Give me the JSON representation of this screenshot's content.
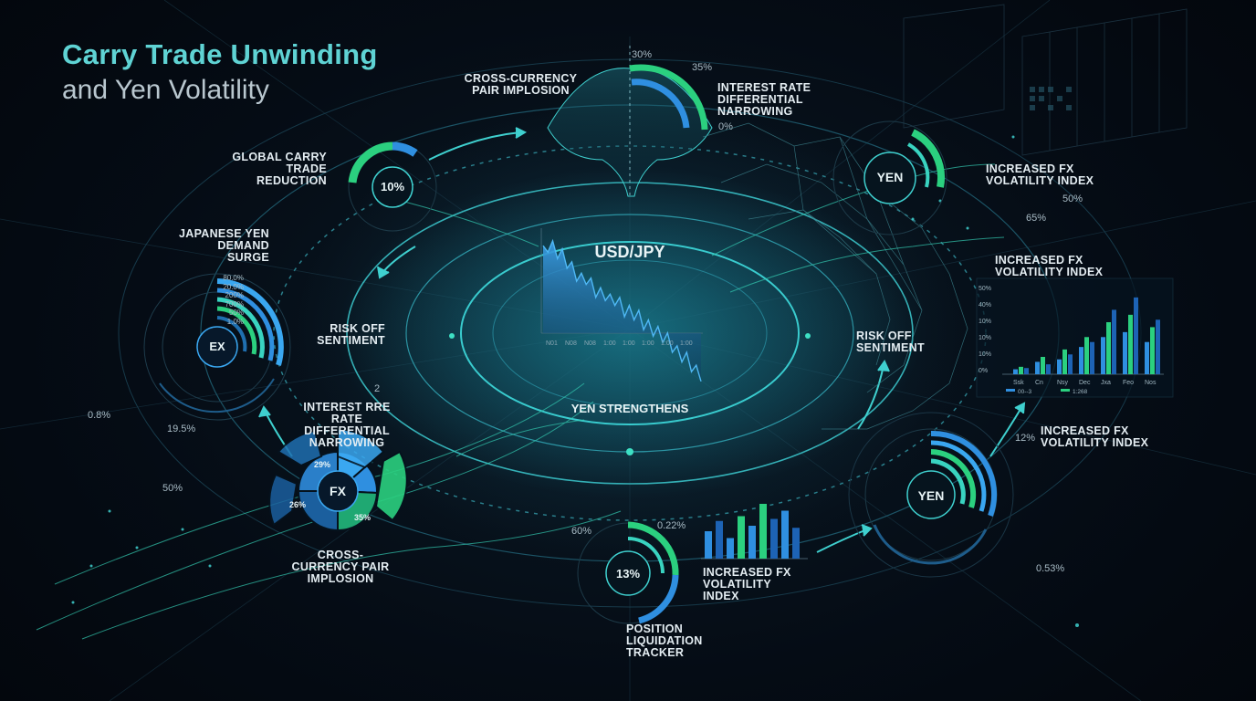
{
  "title": {
    "line1": "Carry Trade Unwinding",
    "line2": "and Yen Volatility"
  },
  "center": {
    "pair_label": "USD/JPY",
    "outcome_label": "YEN STRENGTHENS",
    "x_ticks": [
      "N01",
      "N08",
      "N08",
      "1:00",
      "1:00",
      "1:00",
      "1:00",
      "1:00"
    ],
    "series": [
      92,
      88,
      95,
      84,
      90,
      78,
      82,
      70,
      75,
      68,
      72,
      60,
      66,
      58,
      62,
      55,
      60,
      48,
      55,
      46,
      52,
      40,
      46,
      36,
      42,
      32,
      38,
      26,
      30,
      20,
      26,
      14,
      18,
      8
    ]
  },
  "labels": {
    "cross_currency_top": "CROSS-CURRENCY PAIR IMPLOSION",
    "interest_rate_top": "INTEREST RATE DIFFERENTIAL NARROWING",
    "global_carry": "GLOBAL CARRY TRADE REDUCTION",
    "japanese_yen": "JAPANESE YEN DEMAND SURGE",
    "risk_off_left": "RISK OFF SENTIMENT",
    "interest_rate_left": "INTEREST RRE RATE DIFFERENTIAL NARROWING",
    "cross_currency_left": "CROSS-CURRENCY PAIR IMPLOSION",
    "fx_vol_top_right": "INCREASED FX VOLATILITY INDEX",
    "fx_vol_mid_right": "INCREASED FX VOLATILITY INDEX",
    "risk_off_right": "RISK OFF SENTIMENT",
    "fx_vol_lower_right": "INCREASED FX VOLATILITY INDEX",
    "fx_vol_bottom": "INCREASED FX VOLATILITY INDEX",
    "position_liquidation": "POSITION LIQUIDATION TRACKER"
  },
  "values": {
    "top_30": "30%",
    "top_35": "35%",
    "top_0": "0%",
    "global_carry_gauge": "10%",
    "yen_top_gauge": "YEN",
    "v_50_right": "50%",
    "v_65_right": "65%",
    "left_fx_gauge": "EX",
    "left_scale": [
      "80.0%",
      "20.0%",
      "200%",
      "700%",
      "50%",
      "1.0%"
    ],
    "v_0_8": "0.8%",
    "v_19_5": "19.5%",
    "v_50_left": "50%",
    "v_2": "2",
    "pie_center": "FX",
    "pie_slice_a": "29%",
    "pie_slice_b": "26%",
    "pie_slice_c": "35%",
    "v_60": "60%",
    "v_0_22": "0.22%",
    "bottom_gauge": "13%",
    "v_12": "12%",
    "yen_bottom_gauge": "YEN",
    "v_0_53": "0.53%"
  },
  "right_bar_chart": {
    "y_ticks": [
      "50%",
      "40%",
      "10%",
      "10%",
      "10%",
      "0%"
    ],
    "categories": [
      "Ssk",
      "Cn",
      "Nsy",
      "Dec",
      "Jxa",
      "Feo",
      "Nos"
    ],
    "series": [
      {
        "values": [
          4,
          10,
          12,
          22,
          30,
          34,
          26
        ]
      },
      {
        "values": [
          6,
          14,
          20,
          30,
          42,
          48,
          38
        ]
      },
      {
        "values": [
          5,
          8,
          16,
          26,
          52,
          62,
          44
        ]
      }
    ],
    "legend": [
      "00--3",
      "1:268"
    ]
  },
  "bottom_bar_chart": {
    "values": [
      40,
      55,
      30,
      62,
      48,
      80,
      58,
      70,
      45
    ]
  },
  "colors": {
    "accent_teal": "#39d3c0",
    "accent_blue": "#2f8fe0",
    "accent_green": "#2bd07f",
    "text_main": "#e4edf2",
    "title_teal": "#5fd3d4"
  }
}
